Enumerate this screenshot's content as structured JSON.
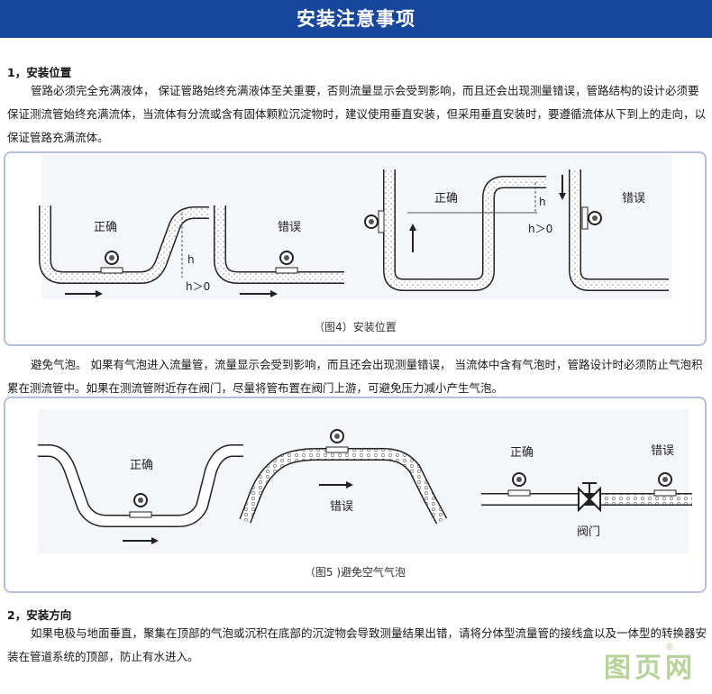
{
  "header": {
    "title": "安装注意事项"
  },
  "section1": {
    "title": "1，安装位置",
    "para1": "管路必须完全充满液体， 保证管路始终充满液体至关重要，否则流量显示会受到影响，而且还会出现测量错误，管路结构的设计必须要保证测流管始终充满流体，当流体有分流或含有固体颗粒沉淀物时，建议使用垂直安装，但采用垂直安装时，要遵循流体从下到上的走向，以保证管路充满流体。",
    "fig4": {
      "caption": "（图4）安装位置",
      "labels": {
        "correct": "正确",
        "wrong": "错误",
        "h": "h",
        "h_gt0": "h＞0"
      }
    },
    "para2": "避免气泡。 如果有气泡进入流量管，流量显示会受到影响，而且还会出现测量错误， 当流体中含有气泡时，管路设计时必须防止气泡积累在测流管中。如果在测流管附近存在阀门，尽量将管布置在阀门上游，可避免压力减小产生气泡。",
    "fig5": {
      "caption": "（图5 )避免空气气泡",
      "labels": {
        "correct": "正确",
        "wrong": "错误",
        "valve": "阀门"
      }
    }
  },
  "section2": {
    "title": "2，安装方向",
    "para": "如果电极与地面垂直，聚集在顶部的气泡或沉积在底部的沉淀物会导致测量结果出错，请将分体型流量管的接线盒以及一体型的转换器安装在管道系统的顶部，防止有水进入。"
  },
  "watermark": {
    "text": "图页网",
    "reg": "®"
  }
}
